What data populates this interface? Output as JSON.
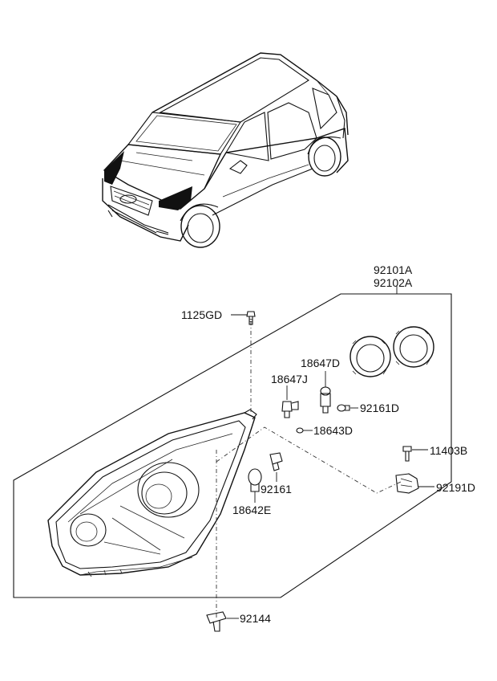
{
  "labels": {
    "assembly_lh": "92101A",
    "assembly_rh": "92102A",
    "screw_top": "1125GD",
    "bulb_holder_d": "18647D",
    "bulb_holder_j": "18647J",
    "socket_d": "92161D",
    "bulb_small": "18643D",
    "screw_right": "11403B",
    "bracket_right": "92191D",
    "socket": "92161",
    "bulb_signal": "18642E",
    "retainer_bottom": "92144"
  }
}
